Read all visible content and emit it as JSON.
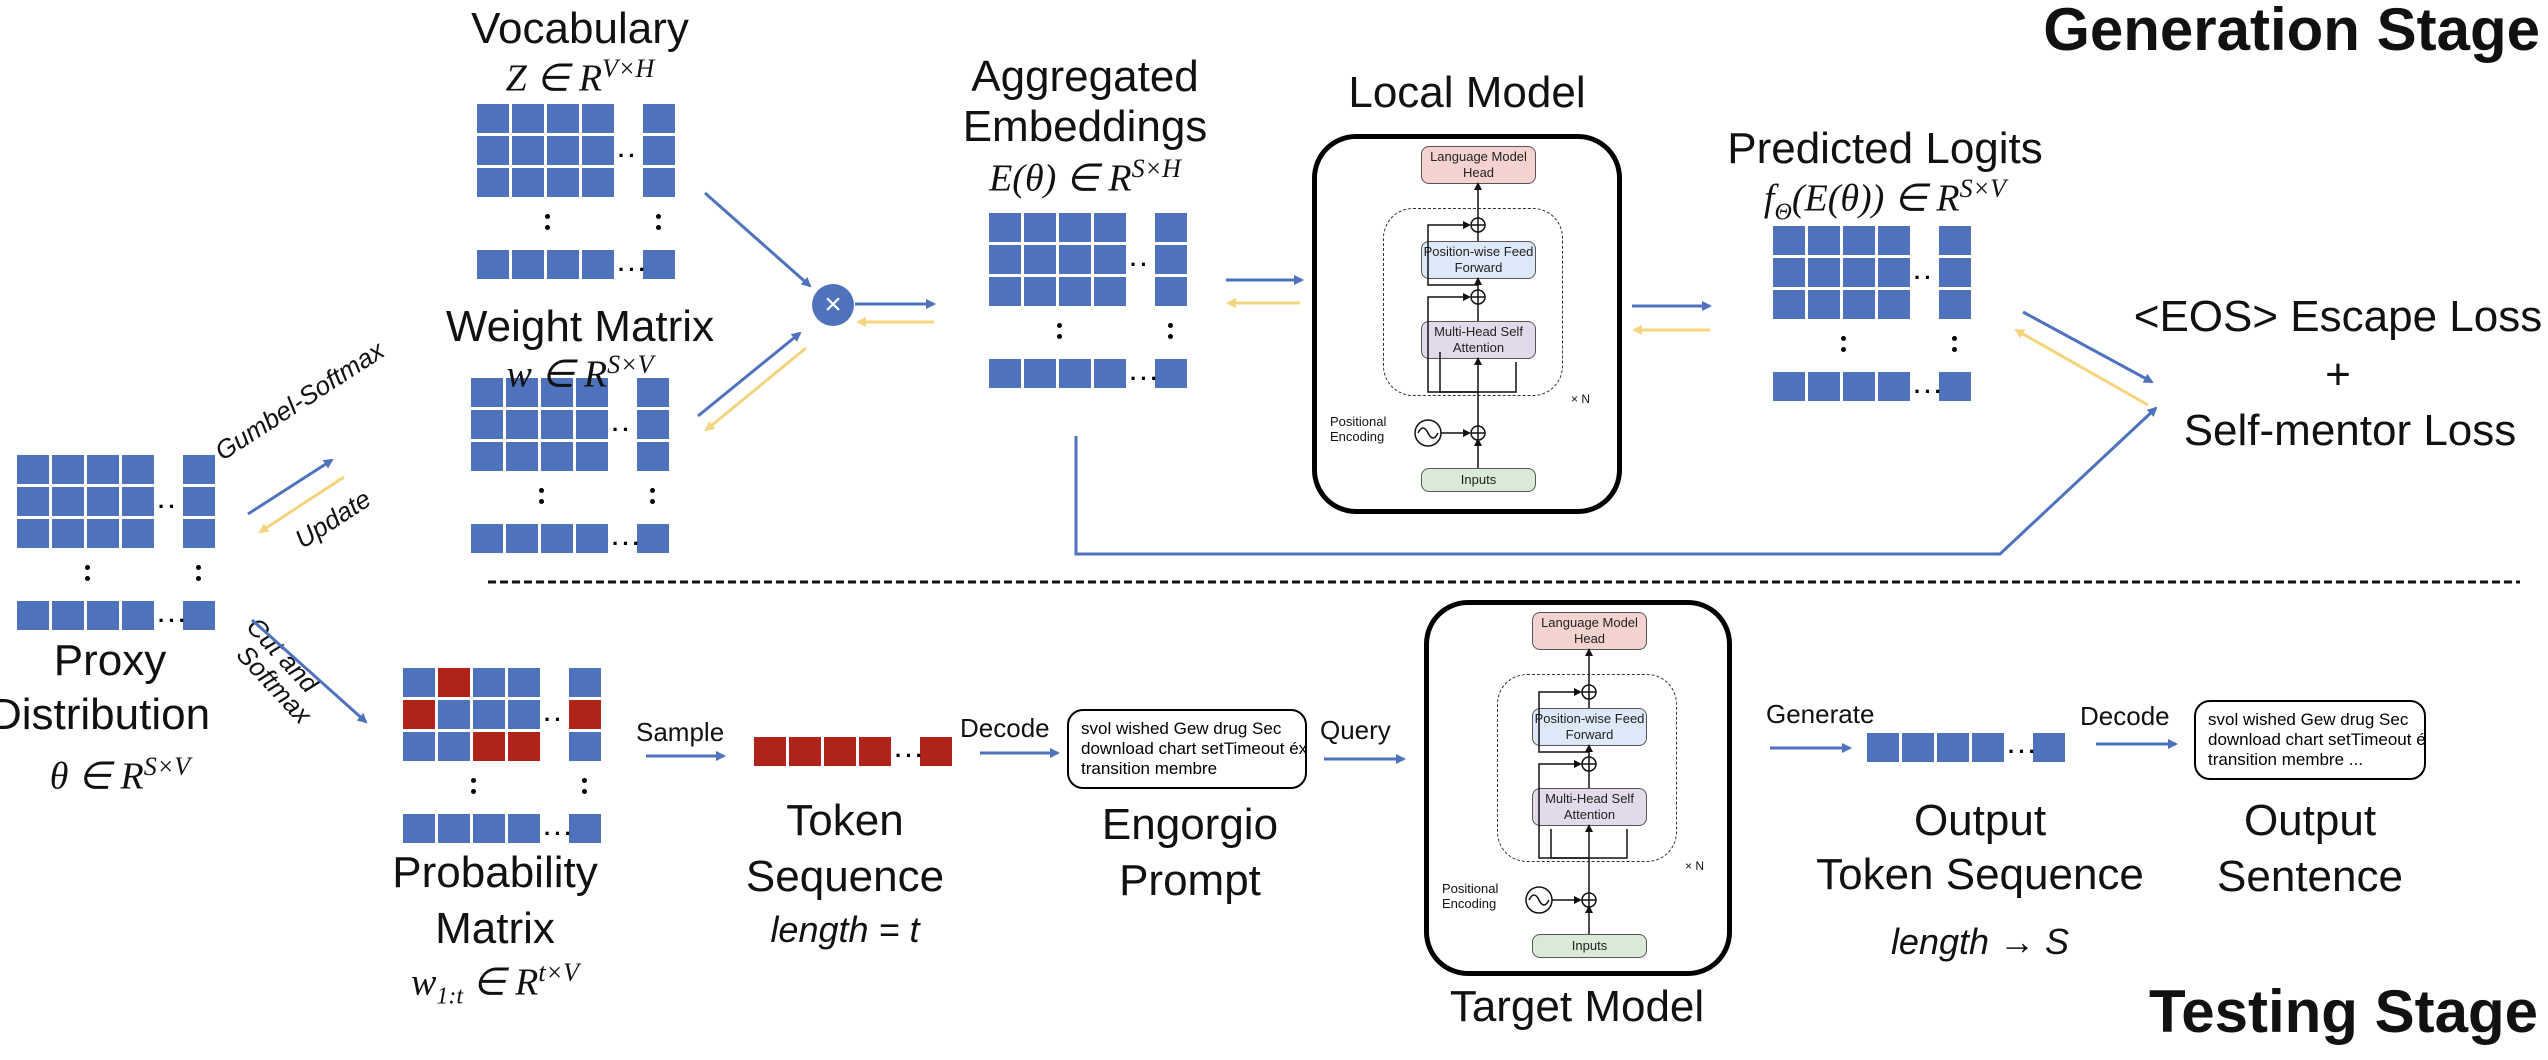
{
  "stages": {
    "generation": "Generation Stage",
    "testing": "Testing Stage"
  },
  "colors": {
    "cell_blue": "#4F72BD",
    "cell_red": "#B0231A",
    "forward_arrow": "#4F72BD",
    "backward_arrow": "#F4D47C"
  },
  "generation": {
    "vocabulary": {
      "title": "Vocabulary",
      "formula": "Z ∈ R^{V×H}",
      "formula_base": "Z ∈ R",
      "formula_sup": "V×H"
    },
    "weight_matrix": {
      "title": "Weight Matrix",
      "formula_base": "w ∈ R",
      "formula_sup": "S×V"
    },
    "proxy": {
      "title_line1": "Proxy",
      "title_line2": "Distribution",
      "formula_base": "θ ∈ R",
      "formula_sup": "S×V"
    },
    "gumbel_label": "Gumbel-Softmax",
    "update_label": "Update",
    "multiply_symbol": "×",
    "aggregated": {
      "title_line1": "Aggregated",
      "title_line2": "Embeddings",
      "formula_base": "E(θ) ∈ R",
      "formula_sup": "S×H"
    },
    "local_model": {
      "title": "Local Model",
      "lm_head": "Language Model Head",
      "ffn": "Position-wise Feed Forward",
      "mhsa": "Multi-Head Self Attention",
      "positional_encoding": "Positional Encoding",
      "inputs": "Inputs",
      "repeat": "× N"
    },
    "predicted_logits": {
      "title": "Predicted Logits",
      "formula_base": "f",
      "formula_sub": "Θ",
      "formula_mid": "(E(θ)) ∈ R",
      "formula_sup": "S×V"
    },
    "loss": {
      "line1": "<EOS> Escape Loss",
      "plus": "+",
      "line2": "Self-mentor Loss"
    }
  },
  "testing": {
    "cut_softmax_label_line1": "Cut and",
    "cut_softmax_label_line2": "Softmax",
    "probability_matrix": {
      "title_line1": "Probability",
      "title_line2": "Matrix",
      "formula_base": "w",
      "formula_sub": "1:t",
      "formula_mid": " ∈ R",
      "formula_sup": "t×V",
      "red_cells": [
        [
          0,
          1
        ],
        [
          1,
          0
        ],
        [
          1,
          4
        ],
        [
          2,
          2
        ],
        [
          2,
          3
        ]
      ]
    },
    "sample_label": "Sample",
    "token_sequence": {
      "title_line1": "Token",
      "title_line2": "Sequence",
      "length": "length = t"
    },
    "decode_label": "Decode",
    "engorgio_prompt": {
      "text_lines": [
        "svol wished Gew drug Sec",
        "download chart setTimeout éxhe",
        "transition membre"
      ],
      "title_line1": "Engorgio",
      "title_line2": "Prompt"
    },
    "query_label": "Query",
    "target_model": {
      "title": "Target Model",
      "lm_head": "Language Model Head",
      "ffn": "Position-wise Feed Forward",
      "mhsa": "Multi-Head Self Attention",
      "positional_encoding": "Positional Encoding",
      "inputs": "Inputs",
      "repeat": "× N"
    },
    "generate_label": "Generate",
    "output_tokens": {
      "title_line1": "Output",
      "title_line2": "Token Sequence",
      "length": "length → S"
    },
    "decode2_label": "Decode",
    "output_sentence": {
      "text_lines": [
        "svol wished Gew drug Sec",
        "download chart setTimeout éxhe",
        "transition membre ..."
      ],
      "title_line1": "Output",
      "title_line2": "Sentence"
    }
  }
}
